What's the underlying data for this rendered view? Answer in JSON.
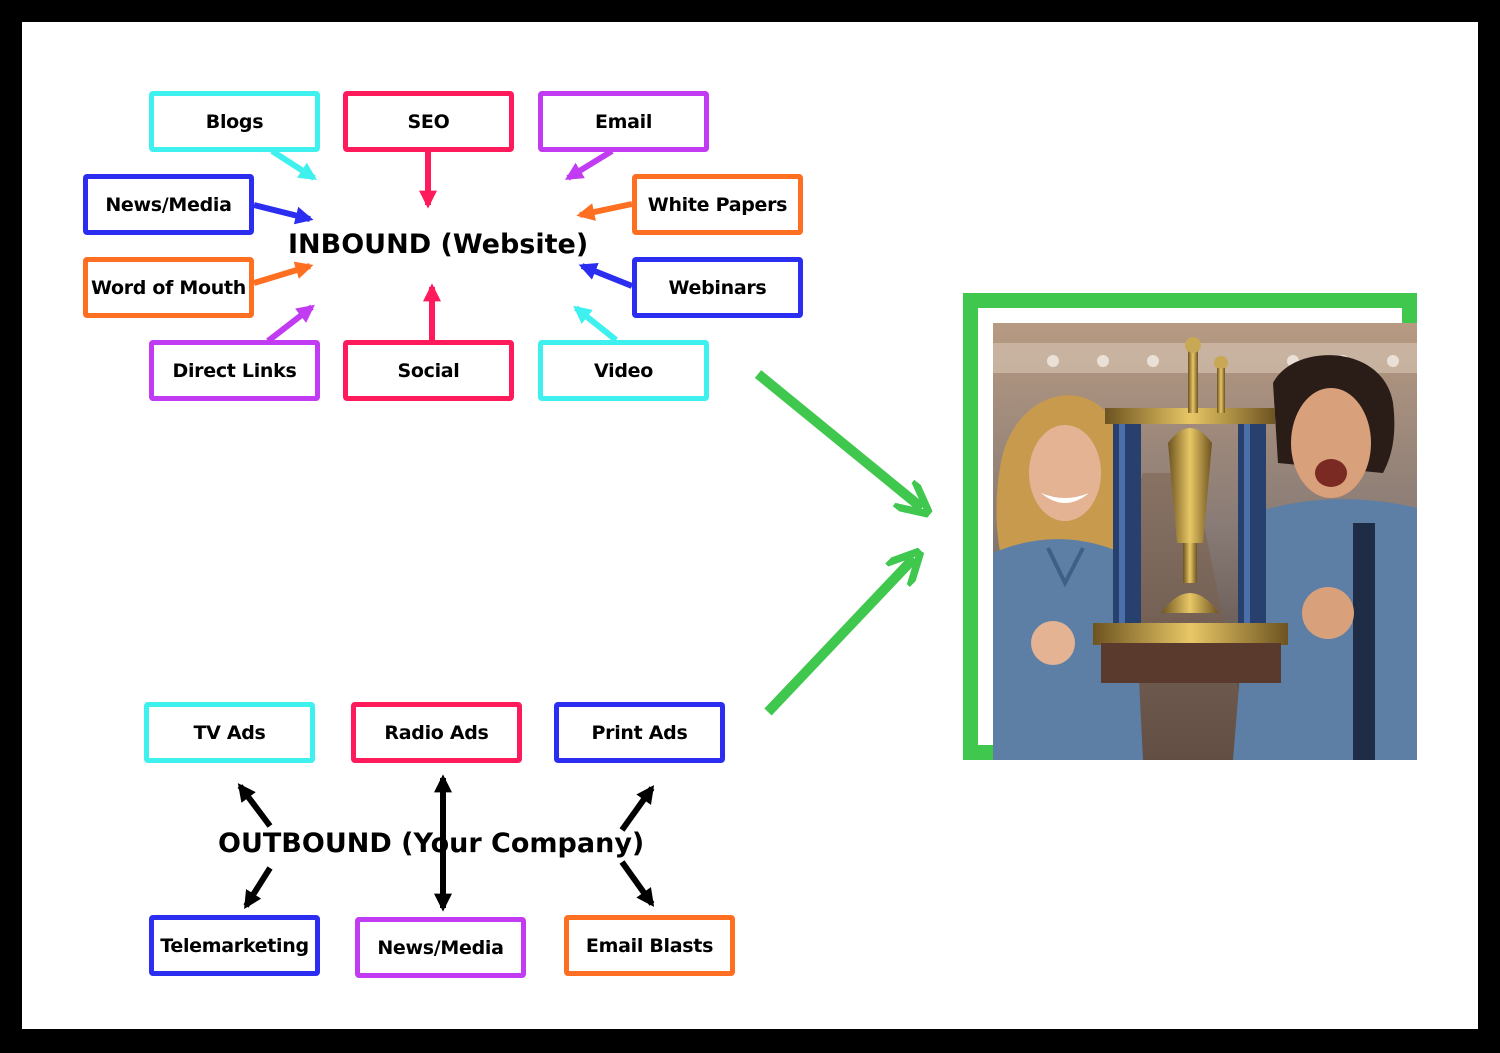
{
  "inbound": {
    "hub_label": "INBOUND (Website)",
    "sources": [
      {
        "label": "Blogs",
        "color": "#3ef0ee"
      },
      {
        "label": "SEO",
        "color": "#ff1a5c"
      },
      {
        "label": "Email",
        "color": "#c13bf2"
      },
      {
        "label": "News/Media",
        "color": "#2b2ef0"
      },
      {
        "label": "White Papers",
        "color": "#ff6f22"
      },
      {
        "label": "Word of Mouth",
        "color": "#ff6f22"
      },
      {
        "label": "Webinars",
        "color": "#2b2ef0"
      },
      {
        "label": "Direct Links",
        "color": "#c13bf2"
      },
      {
        "label": "Social",
        "color": "#ff1a5c"
      },
      {
        "label": "Video",
        "color": "#3ef0ee"
      }
    ]
  },
  "outbound": {
    "hub_label": "OUTBOUND (Your Company)",
    "channels": [
      {
        "label": "TV Ads",
        "color": "#3ef0ee"
      },
      {
        "label": "Radio Ads",
        "color": "#ff1a5c"
      },
      {
        "label": "Print Ads",
        "color": "#2b2ef0"
      },
      {
        "label": "Telemarketing",
        "color": "#2b2ef0"
      },
      {
        "label": "News/Media",
        "color": "#c13bf2"
      },
      {
        "label": "Email Blasts",
        "color": "#ff6f22"
      }
    ]
  },
  "result": {
    "image": "photo of two bowlers in blue shirts cheering while holding a trophy in a bowling alley",
    "frame_color": "#3fc74e"
  }
}
